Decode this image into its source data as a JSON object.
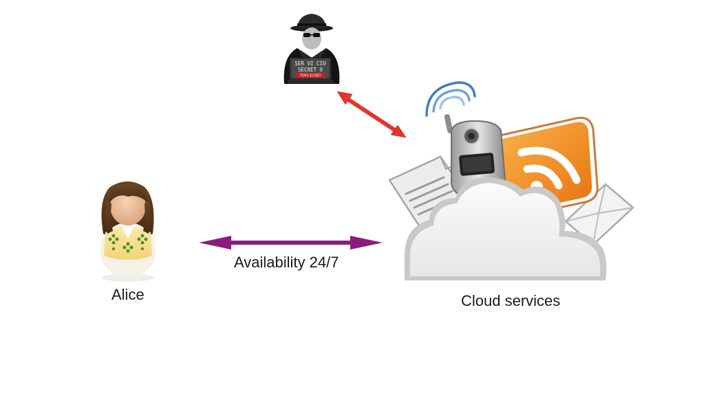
{
  "nodes": {
    "alice": {
      "label": "Alice",
      "icon": "user-avatar-icon"
    },
    "cloud": {
      "label": "Cloud services",
      "icon": "cloud-services-icon"
    },
    "spy": {
      "icon": "spy-hacker-icon",
      "screen_line1": "SER VI CIO",
      "screen_line2": "SECRET O",
      "screen_badge": "TOPS ECRET"
    }
  },
  "edges": {
    "availability": {
      "label": "Availability 24/7",
      "color": "#8b1c7c"
    },
    "surveillance": {
      "color": "#e8322c"
    }
  },
  "colors": {
    "rss_orange": "#f0921a",
    "cloud_fill": "#f4f4f4",
    "signal_blue": "#5b9bd5"
  }
}
